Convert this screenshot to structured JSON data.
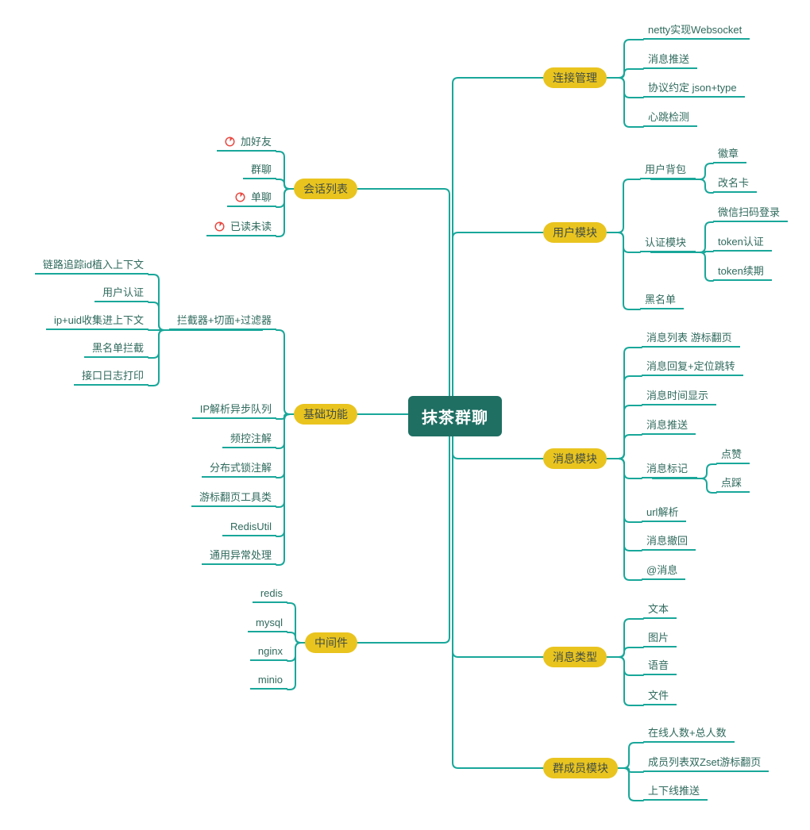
{
  "root": {
    "label": "抹茶群聊"
  },
  "branches": {
    "right": [
      {
        "label": "连接管理",
        "children": [
          {
            "label": "netty实现Websocket"
          },
          {
            "label": "消息推送"
          },
          {
            "label": "协议约定 json+type"
          },
          {
            "label": "心跳检测"
          }
        ]
      },
      {
        "label": "用户模块",
        "children": [
          {
            "label": "用户背包",
            "children": [
              {
                "label": "徽章"
              },
              {
                "label": "改名卡"
              }
            ]
          },
          {
            "label": "认证模块",
            "children": [
              {
                "label": "微信扫码登录"
              },
              {
                "label": "token认证"
              },
              {
                "label": "token续期"
              }
            ]
          },
          {
            "label": "黑名单"
          }
        ]
      },
      {
        "label": "消息模块",
        "children": [
          {
            "label": "消息列表 游标翻页"
          },
          {
            "label": "消息回复+定位跳转"
          },
          {
            "label": "消息时间显示"
          },
          {
            "label": "消息推送"
          },
          {
            "label": "消息标记",
            "children": [
              {
                "label": "点赞"
              },
              {
                "label": "点踩"
              }
            ]
          },
          {
            "label": "url解析"
          },
          {
            "label": "消息撤回"
          },
          {
            "label": "@消息"
          }
        ]
      },
      {
        "label": "消息类型",
        "children": [
          {
            "label": "文本"
          },
          {
            "label": "图片"
          },
          {
            "label": "语音"
          },
          {
            "label": "文件"
          }
        ]
      },
      {
        "label": "群成员模块",
        "children": [
          {
            "label": "在线人数+总人数"
          },
          {
            "label": "成员列表双Zset游标翻页"
          },
          {
            "label": "上下线推送"
          }
        ]
      }
    ],
    "left": [
      {
        "label": "会话列表",
        "children": [
          {
            "label": "加好友",
            "icon": "progress-icon"
          },
          {
            "label": "群聊"
          },
          {
            "label": "单聊",
            "icon": "progress-icon"
          },
          {
            "label": "已读未读",
            "icon": "progress-icon"
          }
        ]
      },
      {
        "label": "基础功能",
        "children": [
          {
            "label": "拦截器+切面+过滤器",
            "children": [
              {
                "label": "链路追踪id植入上下文"
              },
              {
                "label": "用户认证"
              },
              {
                "label": "ip+uid收集进上下文"
              },
              {
                "label": "黑名单拦截"
              },
              {
                "label": "接口日志打印"
              }
            ]
          },
          {
            "label": "IP解析异步队列"
          },
          {
            "label": "频控注解"
          },
          {
            "label": "分布式锁注解"
          },
          {
            "label": "游标翻页工具类"
          },
          {
            "label": "RedisUtil"
          },
          {
            "label": "通用异常处理"
          }
        ]
      },
      {
        "label": "中间件",
        "children": [
          {
            "label": "redis"
          },
          {
            "label": "mysql"
          },
          {
            "label": "nginx"
          },
          {
            "label": "minio"
          }
        ]
      }
    ]
  },
  "colors": {
    "line": "#19a79a",
    "branch_bg": "#e9c41f",
    "branch_text": "#414d45",
    "root_bg": "#1f6f63",
    "root_text": "#ffffff",
    "leaf_text": "#2f6a5c",
    "progress_icon": "#e84a42"
  }
}
